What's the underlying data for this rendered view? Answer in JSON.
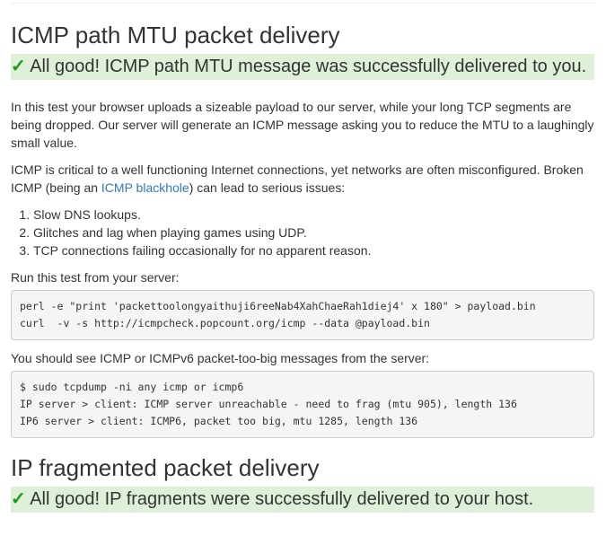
{
  "section1": {
    "title": "ICMP path MTU packet delivery",
    "status_icon": "✓",
    "status": "All good! ICMP path MTU message was successfully delivered to you.",
    "intro": "In this test your browser uploads a sizeable payload to our server, while your long TCP segments are being dropped. Our server will generate an ICMP message asking you to reduce the MTU to a laughingly small value.",
    "p2_before": "ICMP is critical to a well functioning Internet connections, yet networks are often misconfigured. Broken ICMP (being an ",
    "p2_link": "ICMP blackhole",
    "p2_after": ") can lead to serious issues:",
    "issues": [
      "Slow DNS lookups.",
      "Glitches and lag when playing games using UDP.",
      "TCP connections failing occasionally for no apparent reason."
    ],
    "run_label": "Run this test from your server:",
    "run_code": "perl -e \"print 'packettoolongyaithuji6reeNab4XahChaeRah1diej4' x 180\" > payload.bin\ncurl  -v -s http://icmpcheck.popcount.org/icmp --data @payload.bin",
    "expect_label": "You should see ICMP or ICMPv6 packet-too-big messages from the server:",
    "expect_code": "$ sudo tcpdump -ni any icmp or icmp6\nIP server > client: ICMP server unreachable - need to frag (mtu 905), length 136\nIP6 server > client: ICMP6, packet too big, mtu 1285, length 136"
  },
  "section2": {
    "title": "IP fragmented packet delivery",
    "status_icon": "✓",
    "status": "All good! IP fragments were successfully delivered to your host."
  }
}
